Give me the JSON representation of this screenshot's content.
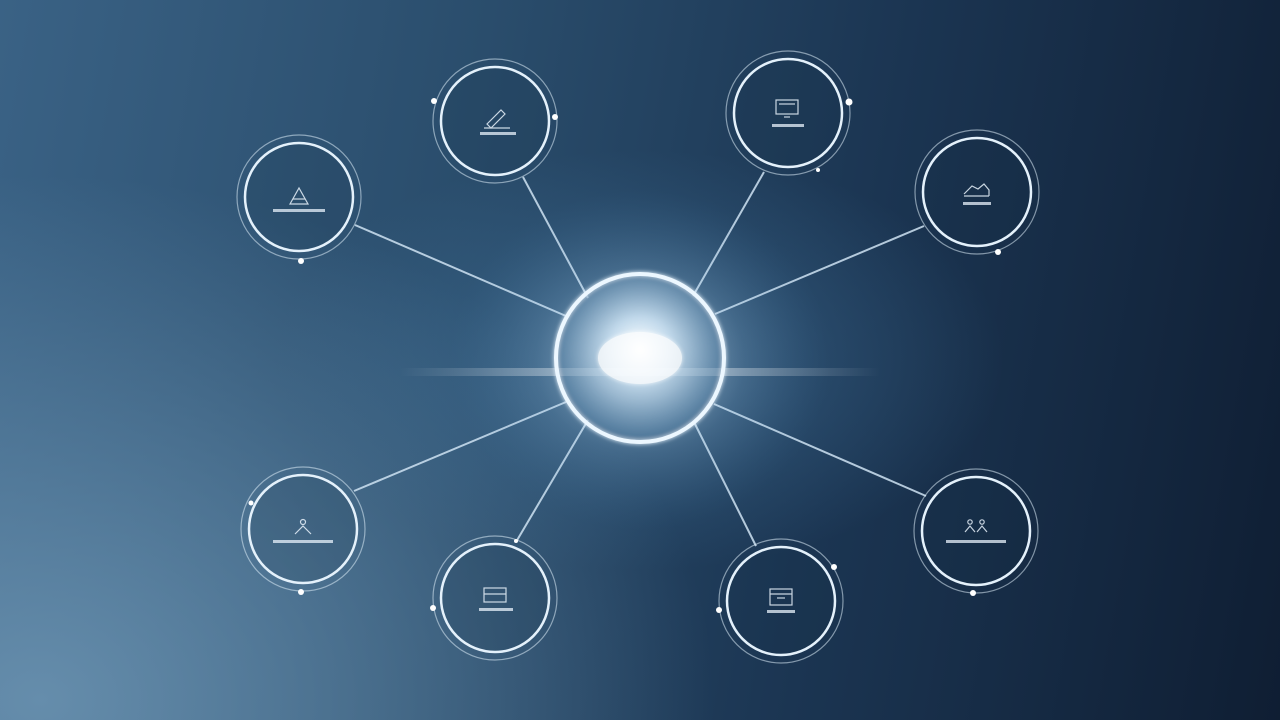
{
  "diagram": {
    "hub": {
      "label": ""
    },
    "nodes": [
      {
        "id": "node-top-left-outer",
        "label": "",
        "icon": "pyramid-icon"
      },
      {
        "id": "node-top-left-inner",
        "label": "",
        "icon": "pen-icon"
      },
      {
        "id": "node-top-right-inner",
        "label": "",
        "icon": "monitor-icon"
      },
      {
        "id": "node-top-right-outer",
        "label": "",
        "icon": "hand-icon"
      },
      {
        "id": "node-bottom-left-outer",
        "label": "",
        "icon": "person-icon"
      },
      {
        "id": "node-bottom-left-inner",
        "label": "",
        "icon": "box-icon"
      },
      {
        "id": "node-bottom-right-inner",
        "label": "",
        "icon": "calendar-icon"
      },
      {
        "id": "node-bottom-right-outer",
        "label": "",
        "icon": "group-icon"
      }
    ],
    "colors": {
      "background_dark": "#0f1e33",
      "background_light": "#6f93b0",
      "ring": "#dcecf8",
      "connector": "#cfe3f3",
      "hub_glow": "#ffffff"
    }
  }
}
